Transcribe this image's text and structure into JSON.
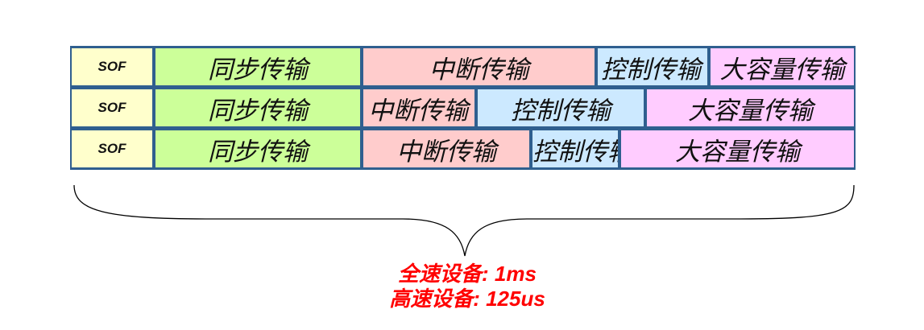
{
  "rows": [
    [
      {
        "label": "SOF",
        "type": "sof"
      },
      {
        "label": "同步传输",
        "type": "iso"
      },
      {
        "label": "中断传输",
        "type": "int"
      },
      {
        "label": "控制传输",
        "type": "ctl"
      },
      {
        "label": "大容量传输",
        "type": "bulk"
      }
    ],
    [
      {
        "label": "SOF",
        "type": "sof"
      },
      {
        "label": "同步传输",
        "type": "iso"
      },
      {
        "label": "中断传输",
        "type": "int"
      },
      {
        "label": "控制传输",
        "type": "ctl"
      },
      {
        "label": "大容量传输",
        "type": "bulk"
      }
    ],
    [
      {
        "label": "SOF",
        "type": "sof"
      },
      {
        "label": "同步传输",
        "type": "iso"
      },
      {
        "label": "中断传输",
        "type": "int"
      },
      {
        "label": "控制传输",
        "type": "ctl"
      },
      {
        "label": "大容量传输",
        "type": "bulk"
      }
    ]
  ],
  "caption": {
    "line1": "全速设备: 1ms",
    "line2": "高速设备: 125us"
  },
  "colors": {
    "sof": "#ffffcc",
    "iso": "#ccff99",
    "int": "#ffcccc",
    "ctl": "#cce9ff",
    "bulk": "#ffccff",
    "border": "#2f5f8f",
    "caption": "#ff0000"
  }
}
